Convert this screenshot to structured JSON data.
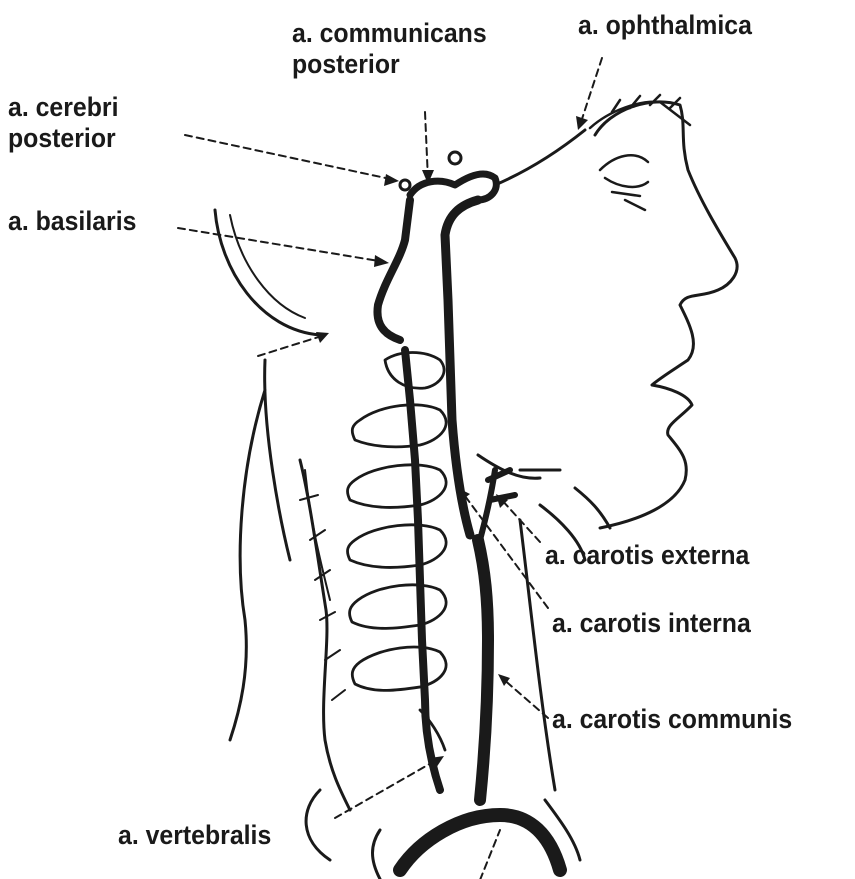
{
  "diagram": {
    "labels": {
      "communicans_posterior": {
        "line1": "a. communicans",
        "line2": "posterior"
      },
      "ophthalmica": "a. ophthalmica",
      "cerebri_posterior": {
        "line1": "a. cerebri",
        "line2": "posterior"
      },
      "basilaris": "a. basilaris",
      "carotis_externa": "a. carotis externa",
      "carotis_interna": "a. carotis interna",
      "carotis_communis": "a. carotis communis",
      "vertebralis": "a. vertebralis"
    },
    "colors": {
      "ink": "#1a1a1a",
      "background": "#ffffff"
    }
  }
}
